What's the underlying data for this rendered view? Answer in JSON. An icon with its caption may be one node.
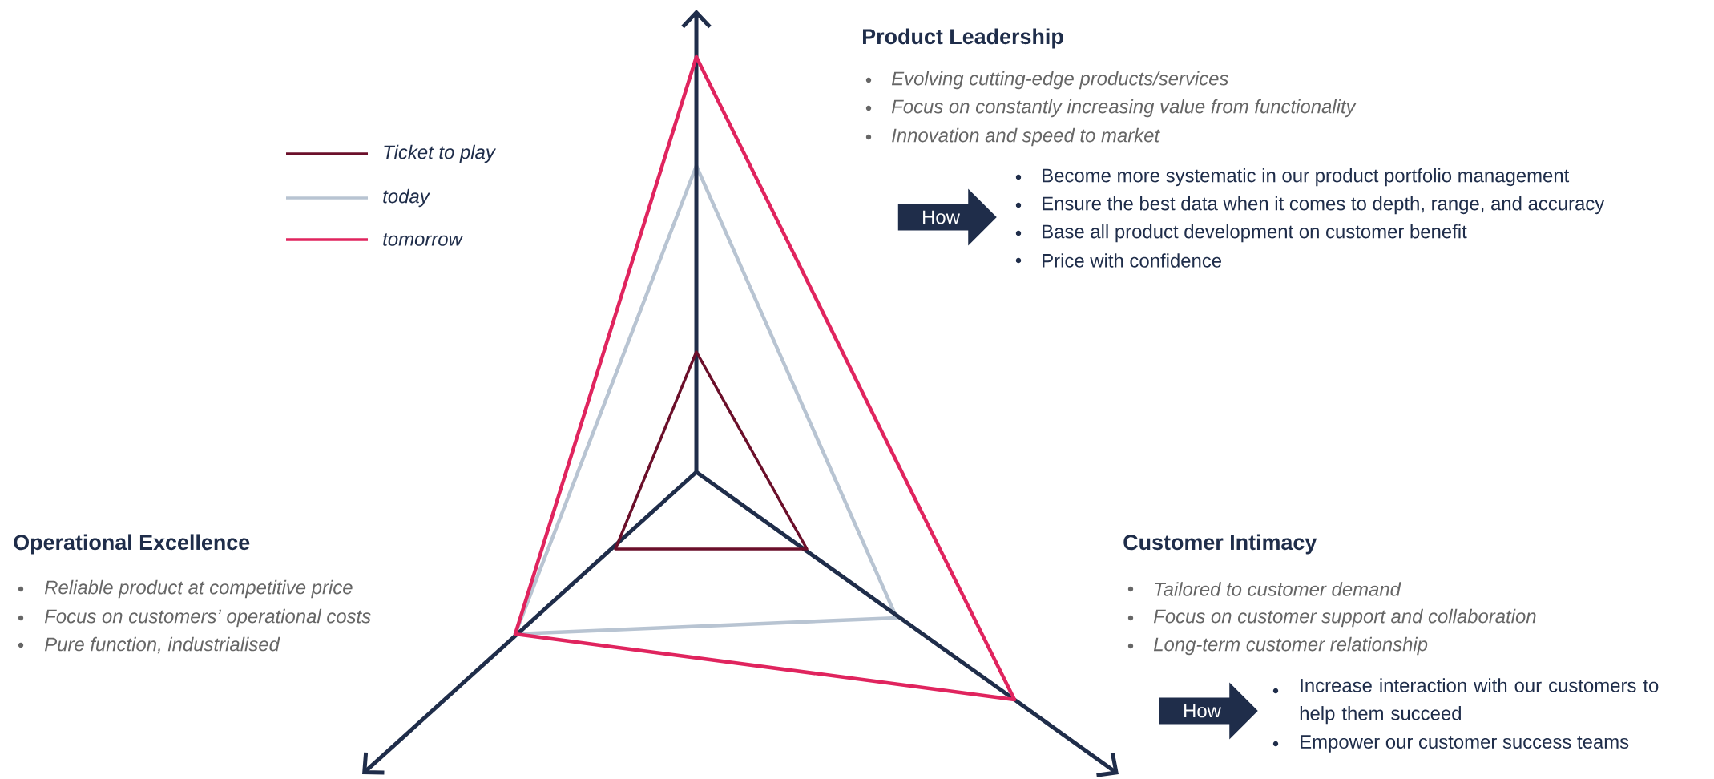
{
  "diagram": {
    "nodes": [
      {
        "text": [
          "How"
        ]
      },
      {
        "text": [
          "How"
        ]
      }
    ],
    "labels": [
      "Product Leadership",
      "Evolving cutting-edge products/services",
      "Focus on constantly increasing value from functionality",
      "Innovation and speed to market",
      "Become more systematic in our product portfolio management",
      "Ensure the best data when it comes to depth, range, and accuracy",
      "Base all product development on customer benefit",
      "Price with confidence",
      "Operational Excellence",
      "Reliable product at competitive price",
      "Focus on customers’ operational costs",
      "Pure function, industrialised",
      "Customer Intimacy",
      "Tailored to customer demand",
      "Focus on customer support and collaboration",
      "Long-term customer relationship",
      "Increase interaction with our customers to help them succeed",
      "Empower our customer success teams"
    ],
    "legend": [
      {
        "text": "Ticket to play"
      },
      {
        "text": "today"
      },
      {
        "text": "tomorrow"
      }
    ]
  }
}
